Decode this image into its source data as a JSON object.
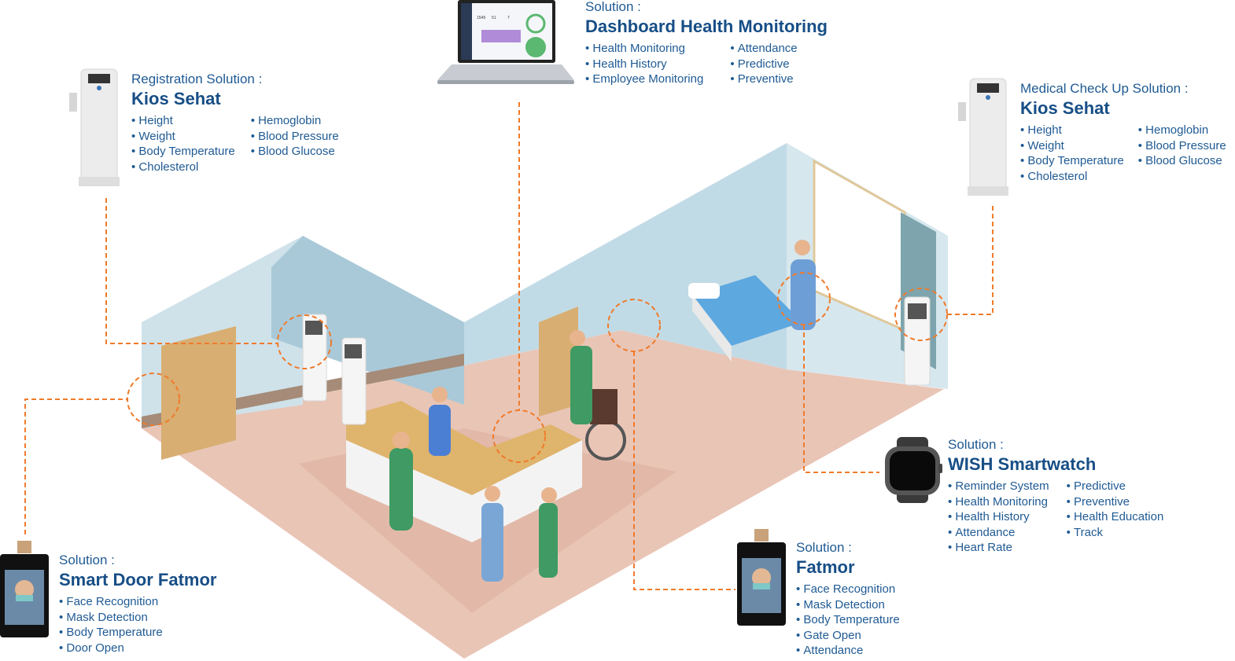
{
  "colors": {
    "text": "#1f5a93",
    "title": "#174e86",
    "connector": "#f07a2a",
    "wall": "#b9d5e1",
    "floor": "#e9c5b6",
    "door": "#d8ae72",
    "scrub": "#3f9a63"
  },
  "icons": [
    "laptop-icon",
    "kiosk-icon",
    "face-terminal-icon",
    "smartwatch-icon"
  ],
  "dashboard": {
    "subtitle": "Solution :",
    "title": "Dashboard Health Monitoring",
    "features_a": [
      "Health Monitoring",
      "Health History",
      "Employee Monitoring"
    ],
    "features_b": [
      "Attendance",
      "Predictive",
      "Preventive"
    ],
    "screen_stats": [
      "1549",
      "51",
      "7"
    ]
  },
  "registration": {
    "subtitle": "Registration Solution :",
    "title": "Kios Sehat",
    "features_a": [
      "Height",
      "Weight",
      "Body Temperature",
      "Cholesterol"
    ],
    "features_b": [
      "Hemoglobin",
      "Blood Pressure",
      "Blood Glucose"
    ]
  },
  "medical_checkup": {
    "subtitle": "Medical Check Up Solution :",
    "title": "Kios Sehat",
    "features_a": [
      "Height",
      "Weight",
      "Body Temperature",
      "Cholesterol"
    ],
    "features_b": [
      "Hemoglobin",
      "Blood Pressure",
      "Blood Glucose"
    ]
  },
  "smartwatch": {
    "subtitle": "Solution :",
    "title": "WISH Smartwatch",
    "features_a": [
      "Reminder System",
      "Health Monitoring",
      "Health History",
      "Attendance",
      "Heart Rate"
    ],
    "features_b": [
      "Predictive",
      "Preventive",
      "Health Education",
      "Track"
    ]
  },
  "fatmor": {
    "subtitle": "Solution :",
    "title": "Fatmor",
    "features_a": [
      "Face Recognition",
      "Mask Detection",
      "Body Temperature",
      "Gate Open",
      "Attendance"
    ]
  },
  "smart_door": {
    "subtitle": "Solution :",
    "title": "Smart Door Fatmor",
    "features_a": [
      "Face Recognition",
      "Mask Detection",
      "Body Temperature",
      "Door Open"
    ]
  }
}
